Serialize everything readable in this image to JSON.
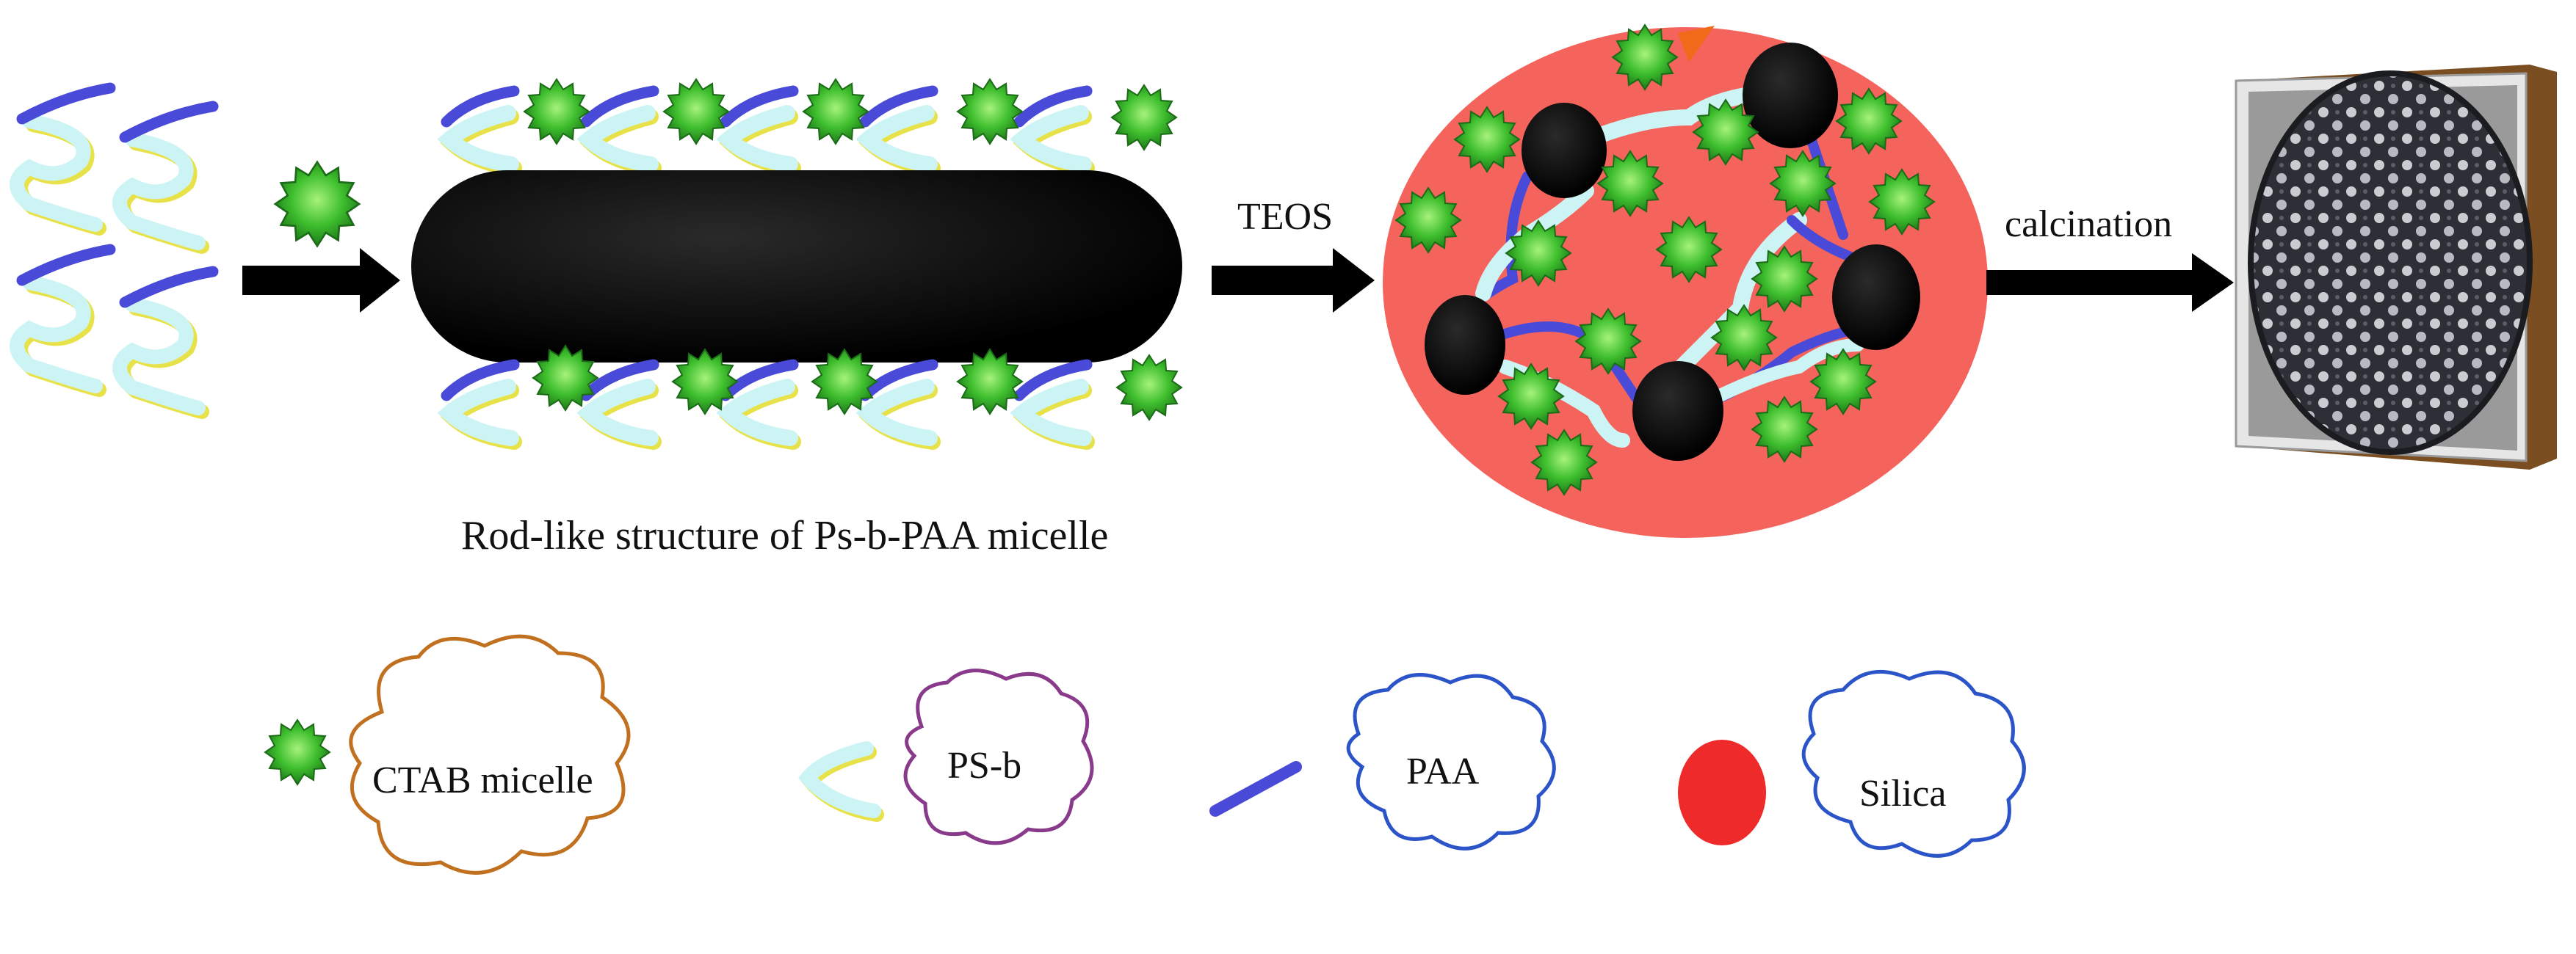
{
  "labels": {
    "rod_caption": "Rod-like structure of Ps-b-PAA micelle",
    "step_teos": "TEOS",
    "step_calcination": "calcination"
  },
  "legend": [
    {
      "key": "ctab",
      "label": "CTAB micelle",
      "symbol": "green-star-icon",
      "cloud_color": "#c0701e"
    },
    {
      "key": "psb",
      "label": "PS-b",
      "symbol": "ps-chevron-icon",
      "cloud_color": "#8a3a8a"
    },
    {
      "key": "paa",
      "label": "PAA",
      "symbol": "paa-stroke-icon",
      "cloud_color": "#2b54c8"
    },
    {
      "key": "silica",
      "label": "Silica",
      "symbol": "red-dot-icon",
      "cloud_color": "#2b54c8"
    }
  ],
  "colors": {
    "ctab_green": "#2e9e2e",
    "ps_cyan": "#cdf4f4",
    "ps_yellow_edge": "#e8e24a",
    "paa_blue": "#4a4ad8",
    "silica_red": "#f4645c",
    "silica_dot": "#ee2a2a",
    "core_black": "#000000",
    "accent_orange": "#f06a1a"
  }
}
